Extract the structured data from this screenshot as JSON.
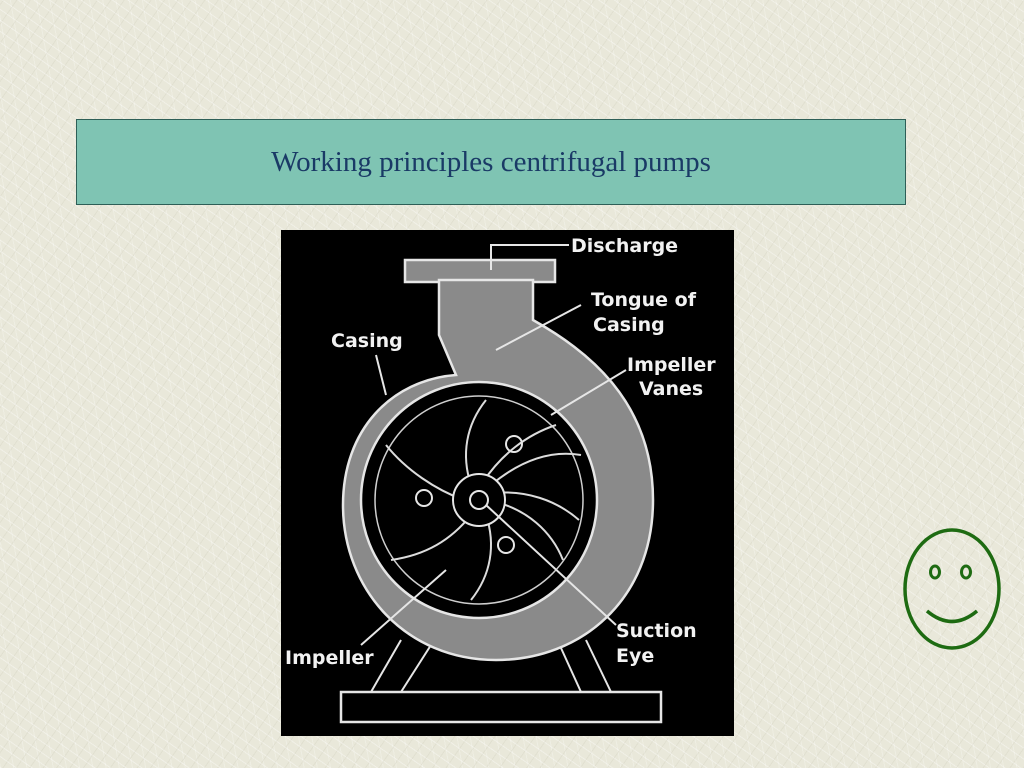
{
  "title": "Working principles centrifugal pumps",
  "diagram": {
    "labels": {
      "discharge": "Discharge",
      "tongue_line1": "Tongue of",
      "tongue_line2": "Casing",
      "casing": "Casing",
      "vanes_line1": "Impeller",
      "vanes_line2": "Vanes",
      "suction_line1": "Suction",
      "suction_line2": "Eye",
      "impeller": "Impeller"
    },
    "colors": {
      "background": "#000000",
      "casing_fill": "#8a8a8a",
      "lines": "#e6e6e6"
    }
  },
  "smiley": {
    "icon": "smiley-face-icon",
    "color": "#1e6b12"
  },
  "colors": {
    "title_fill": "#7fc4b3",
    "title_text": "#1a3a66"
  }
}
